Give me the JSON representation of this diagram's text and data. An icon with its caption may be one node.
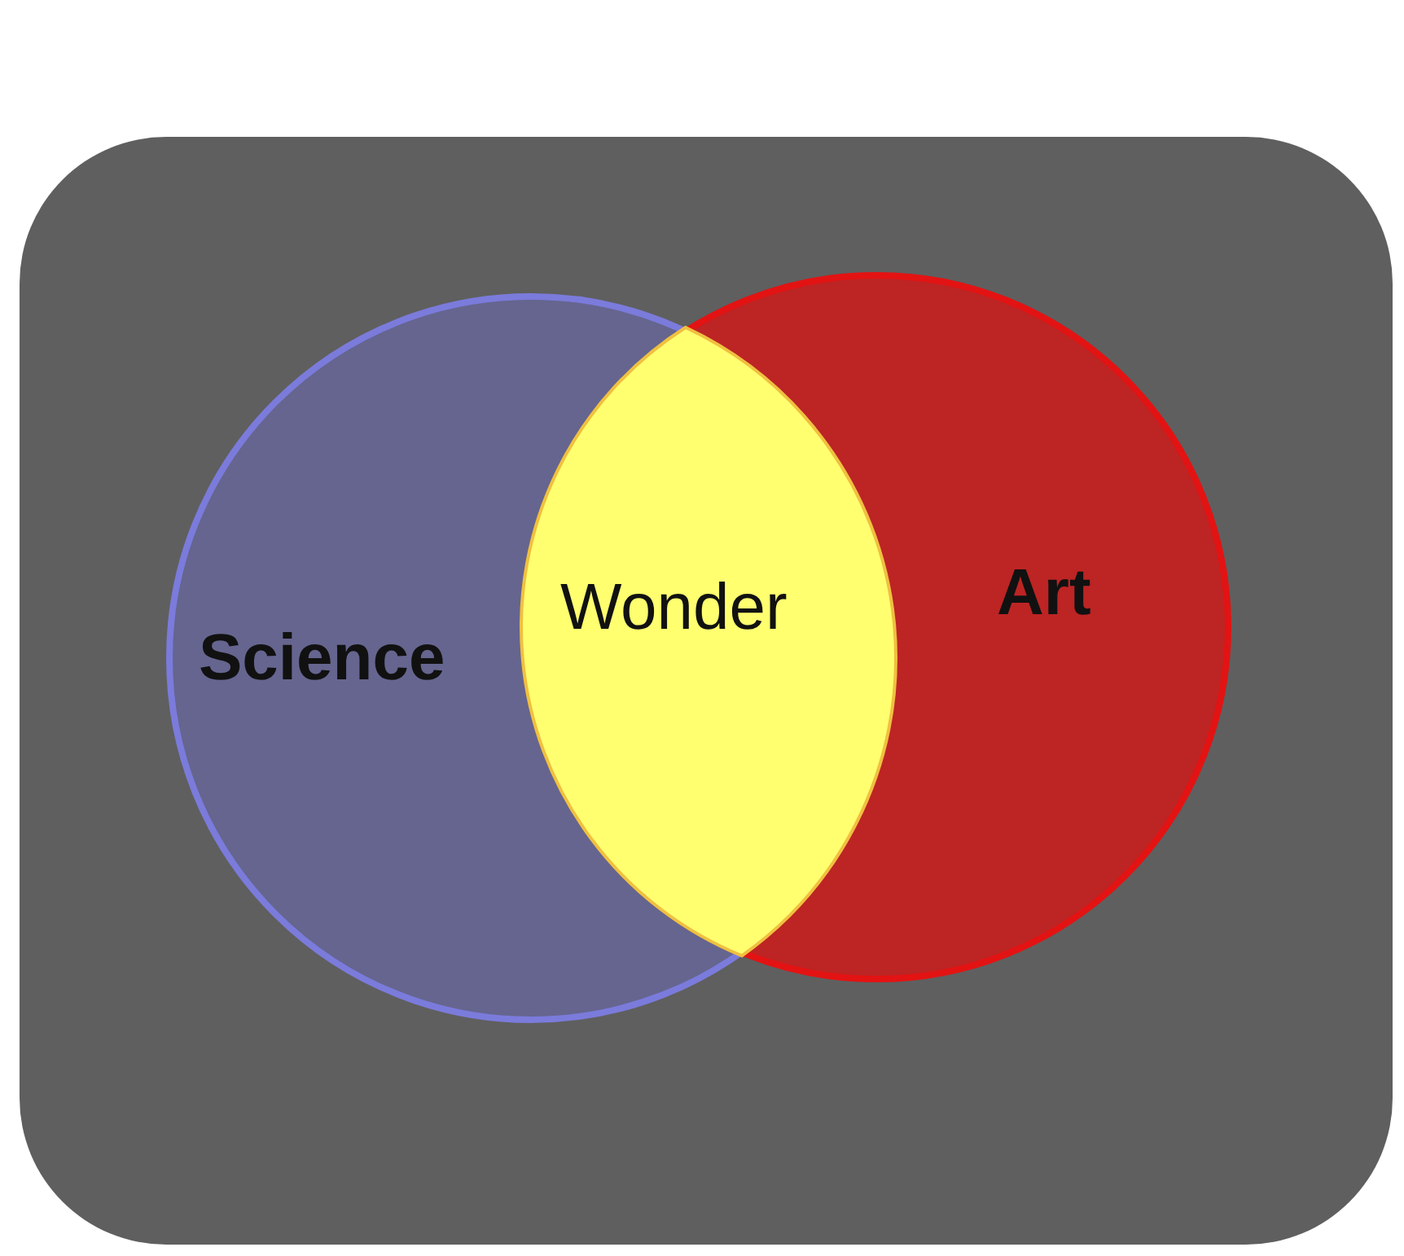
{
  "diagram": {
    "nodes": [
      {
        "text": [
          "Science"
        ]
      },
      {
        "text": [
          "Art"
        ]
      },
      {
        "text": [
          "Wonder"
        ]
      }
    ]
  }
}
